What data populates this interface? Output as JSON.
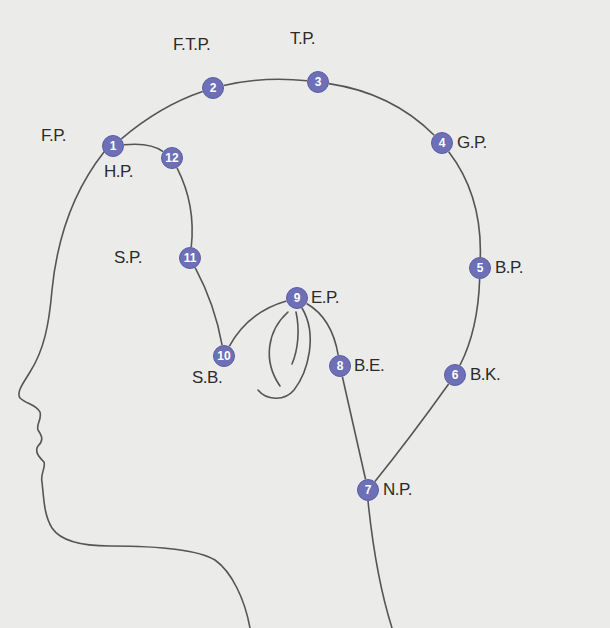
{
  "diagram": {
    "nodes": [
      {
        "text": [
          "1",
          "F.P."
        ]
      },
      {
        "text": [
          "2",
          "F.T.P."
        ]
      },
      {
        "text": [
          "3",
          "T.P."
        ]
      },
      {
        "text": [
          "4",
          "G.P."
        ]
      },
      {
        "text": [
          "5",
          "B.P."
        ]
      },
      {
        "text": [
          "6",
          "B.K."
        ]
      },
      {
        "text": [
          "7",
          "N.P."
        ]
      },
      {
        "text": [
          "8",
          "B.E."
        ]
      },
      {
        "text": [
          "9",
          "E.P."
        ]
      },
      {
        "text": [
          "10",
          "S.B."
        ]
      },
      {
        "text": [
          "11",
          "S.P."
        ]
      },
      {
        "text": [
          "12",
          "H.P."
        ]
      }
    ],
    "edges": [
      {
        "from": 0,
        "to": 1,
        "arrow": "none"
      },
      {
        "from": 1,
        "to": 2,
        "arrow": "none"
      },
      {
        "from": 2,
        "to": 3,
        "arrow": "none"
      },
      {
        "from": 3,
        "to": 4,
        "arrow": "none"
      },
      {
        "from": 4,
        "to": 5,
        "arrow": "none"
      },
      {
        "from": 5,
        "to": 6,
        "arrow": "none"
      },
      {
        "from": 6,
        "to": 7,
        "arrow": "none"
      },
      {
        "from": 7,
        "to": 8,
        "arrow": "none"
      },
      {
        "from": 8,
        "to": 9,
        "arrow": "none"
      },
      {
        "from": 9,
        "to": 10,
        "arrow": "none"
      },
      {
        "from": 10,
        "to": 11,
        "arrow": "none"
      },
      {
        "from": 11,
        "to": 0,
        "arrow": "none"
      }
    ]
  }
}
